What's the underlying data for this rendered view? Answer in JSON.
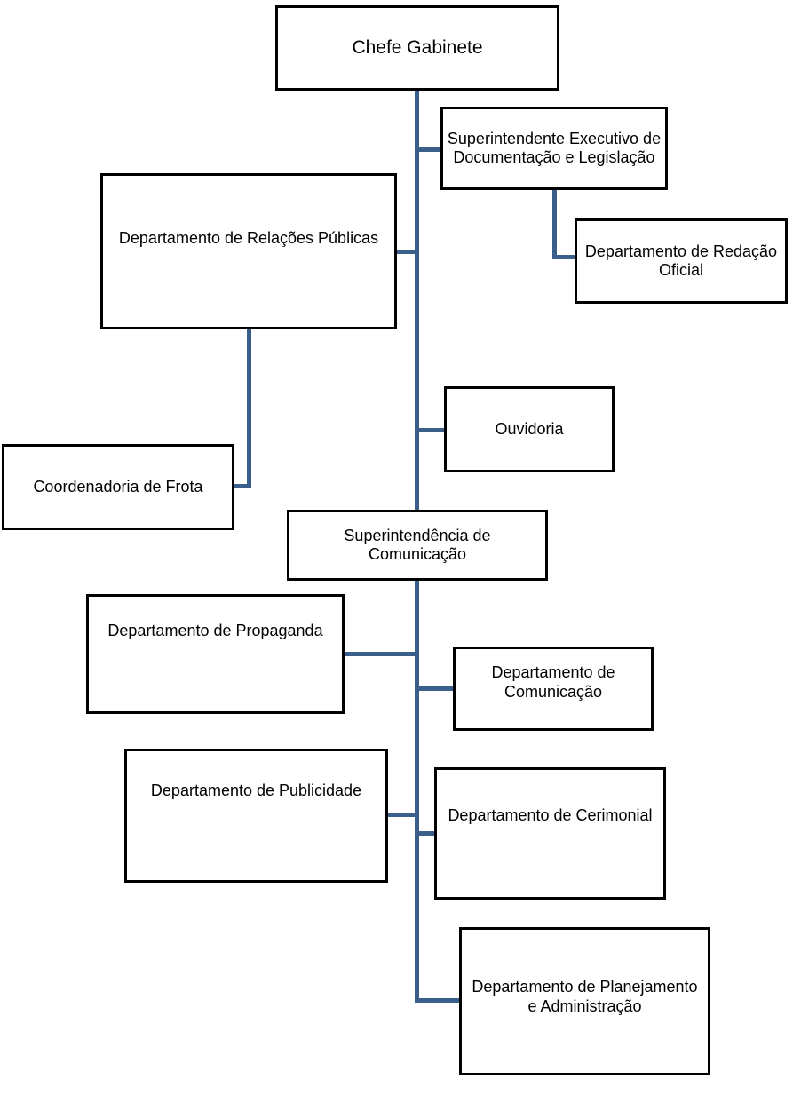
{
  "diagram": {
    "type": "org-chart",
    "background_color": "#ffffff",
    "box_fill_color": "#ffffff",
    "box_border_color": "#000000",
    "connector_color": "#3A5F8A",
    "nodes": [
      {
        "id": "chefe-gabinete",
        "label": "Chefe Gabinete"
      },
      {
        "id": "superintendente-executivo-documentacao-legislacao",
        "label": "Superintendente Executivo de\nDocumentação e Legislação"
      },
      {
        "id": "departamento-relacoes-publicas",
        "label": "Departamento de Relações Públicas"
      },
      {
        "id": "departamento-redacao-oficial",
        "label": "Departamento de Redação\nOficial"
      },
      {
        "id": "ouvidoria",
        "label": "Ouvidoria"
      },
      {
        "id": "coordenadoria-frota",
        "label": "Coordenadoria de Frota"
      },
      {
        "id": "superintendencia-comunicacao",
        "label": "Superintendência de\nComunicação"
      },
      {
        "id": "departamento-propaganda",
        "label": "Departamento de  Propaganda"
      },
      {
        "id": "departamento-comunicacao",
        "label": "Departamento de\nComunicação"
      },
      {
        "id": "departamento-publicidade",
        "label": "Departamento de Publicidade"
      },
      {
        "id": "departamento-cerimonial",
        "label": "Departamento de Cerimonial"
      },
      {
        "id": "departamento-planejamento-administracao",
        "label": "Departamento de Planejamento\ne Administração"
      }
    ],
    "edges": [
      {
        "from": "chefe-gabinete",
        "to": "superintendente-executivo-documentacao-legislacao"
      },
      {
        "from": "chefe-gabinete",
        "to": "departamento-relacoes-publicas"
      },
      {
        "from": "chefe-gabinete",
        "to": "ouvidoria"
      },
      {
        "from": "chefe-gabinete",
        "to": "superintendencia-comunicacao"
      },
      {
        "from": "superintendente-executivo-documentacao-legislacao",
        "to": "departamento-redacao-oficial"
      },
      {
        "from": "departamento-relacoes-publicas",
        "to": "coordenadoria-frota"
      },
      {
        "from": "superintendencia-comunicacao",
        "to": "departamento-propaganda"
      },
      {
        "from": "superintendencia-comunicacao",
        "to": "departamento-comunicacao"
      },
      {
        "from": "superintendencia-comunicacao",
        "to": "departamento-publicidade"
      },
      {
        "from": "superintendencia-comunicacao",
        "to": "departamento-cerimonial"
      },
      {
        "from": "superintendencia-comunicacao",
        "to": "departamento-planejamento-administracao"
      }
    ]
  }
}
